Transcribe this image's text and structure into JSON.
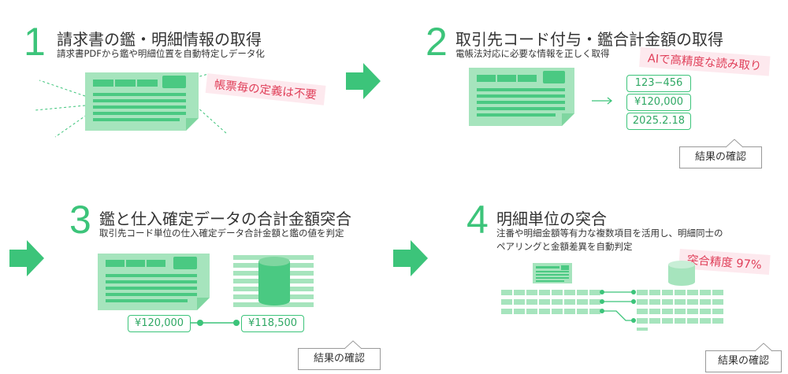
{
  "steps": [
    {
      "number": "1",
      "title": "請求書の鑑・明細情報の取得",
      "subtitle": "請求書PDFから鑑や明細位置を自動特定しデータ化",
      "note": "帳票毎の定義は不要"
    },
    {
      "number": "2",
      "title": "取引先コード付与・鑑合計金額の取得",
      "subtitle": "電帳法対応に必要な情報を正しく取得",
      "note": "AIで高精度な読み取り",
      "values": [
        "123−456",
        "¥120,000",
        "2025.2.18"
      ],
      "callout": "結果の確認"
    },
    {
      "number": "3",
      "title": "鑑と仕入確定データの合計金額突合",
      "subtitle": "取引先コード単位の仕入確定データ合計金額と鑑の値を判定",
      "values": [
        "¥120,000",
        "¥118,500"
      ],
      "callout": "結果の確認"
    },
    {
      "number": "4",
      "title": "明細単位の突合",
      "subtitle_line1": "注番や明細金額等有力な複数項目を活用し、明細同士の",
      "subtitle_line2": "ペアリングと金額差異を自動判定",
      "note": "突合精度 97%",
      "callout": "結果の確認"
    }
  ],
  "colors": {
    "accent": "#3cc47a",
    "doc": "#a6e4bd",
    "line": "#4ac982",
    "note_text": "#e0405a",
    "note_bg": "#fde9ee"
  }
}
